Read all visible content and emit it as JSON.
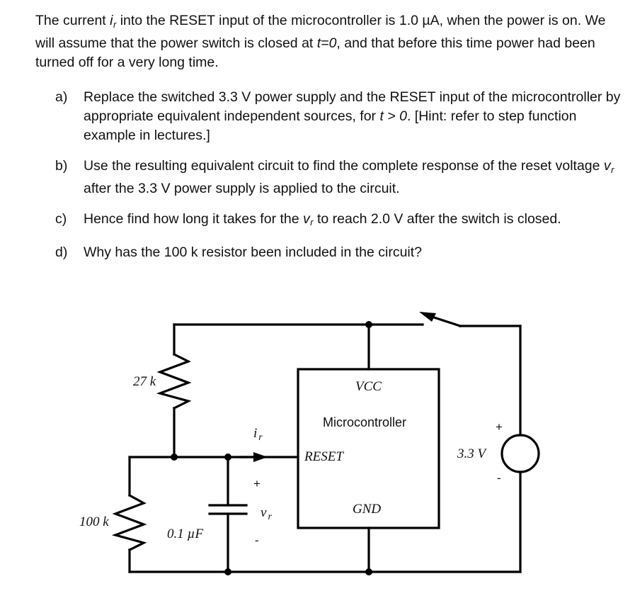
{
  "problem": {
    "intro": {
      "part1": "The current ",
      "symbol_i": "i",
      "symbol_i_sub": "r",
      "part2": " into the RESET input of the microcontroller is 1.0 µA, when the power is on.  We will assume that the power switch is closed at ",
      "t_zero": "t=0",
      "part3": ", and that before this time power had been turned off for a very long time."
    },
    "items": [
      {
        "marker": "a)",
        "text_part1": "Replace the switched 3.3 V power supply and the RESET input of the microcontroller by appropriate equivalent independent sources, for ",
        "emphasis": "t > 0",
        "text_part2": ". [Hint: refer to step function example in lectures.]"
      },
      {
        "marker": "b)",
        "text_part1": "Use the resulting equivalent circuit to find the complete response of the reset voltage ",
        "symbol": "v",
        "symbol_sub": "r",
        "text_part2": " after the 3.3 V power supply is applied to the circuit."
      },
      {
        "marker": "c)",
        "text_part1": "Hence find how long it takes for the ",
        "symbol": "v",
        "symbol_sub": "r",
        "text_part2": " to reach 2.0 V after the switch is closed."
      },
      {
        "marker": "d)",
        "text_part1": "Why has the 100 k resistor been included in the circuit?",
        "emphasis": "",
        "text_part2": ""
      }
    ]
  },
  "circuit": {
    "resistor_top": "27 k",
    "resistor_left": "100 k",
    "capacitor": "0.1 µF",
    "current_label": "i",
    "current_label_sub": "r",
    "voltage_label": "v",
    "voltage_label_sub": "r",
    "plus_sign": "+",
    "minus_sign": "-",
    "source_value": "3.3 V",
    "source_plus": "+",
    "source_minus": "-",
    "chip_title": "Microcontroller",
    "pin_vcc": "VCC",
    "pin_reset": "RESET",
    "pin_gnd": "GND",
    "wire_color": "#000000",
    "background": "#ffffff"
  }
}
